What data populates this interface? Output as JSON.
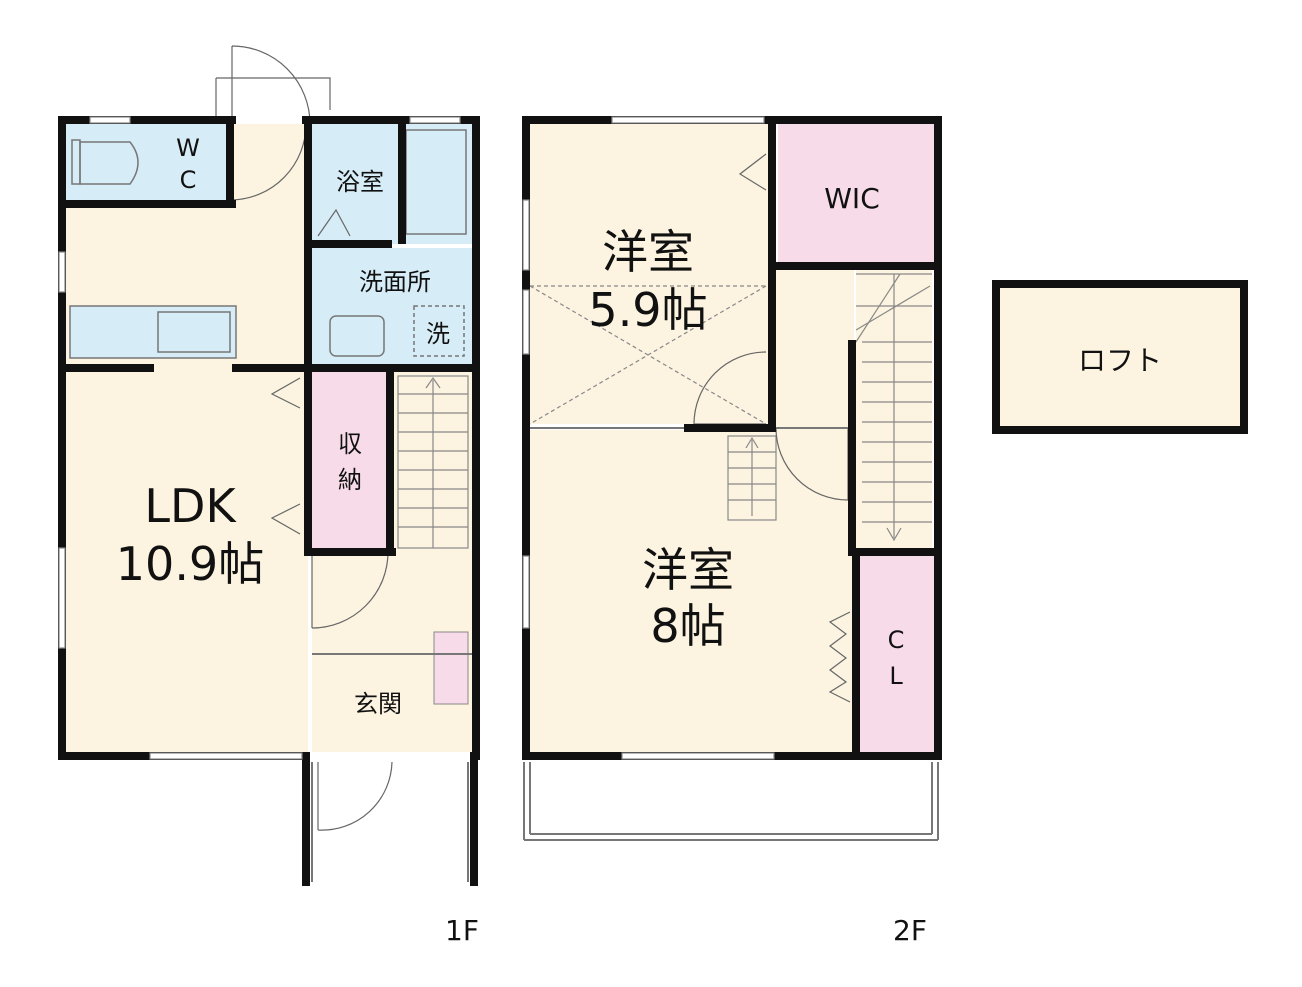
{
  "colors": {
    "floor": "#fcf4e1",
    "wet": "#d6ecf7",
    "storage": "#f7dbe8",
    "wall": "#111111"
  },
  "floor1": {
    "label": "1F",
    "wc": [
      "W",
      "C"
    ],
    "bath": "浴室",
    "washroom": "洗面所",
    "washer": "洗",
    "storage": [
      "収",
      "納"
    ],
    "ldk": {
      "name": "LDK",
      "size": "10.9帖"
    },
    "entrance": "玄関"
  },
  "floor2": {
    "label": "2F",
    "room1": {
      "name": "洋室",
      "size": "5.9帖"
    },
    "room2": {
      "name": "洋室",
      "size": "8帖"
    },
    "wic": "WIC",
    "closet": [
      "C",
      "L"
    ]
  },
  "loft": "ロフト"
}
